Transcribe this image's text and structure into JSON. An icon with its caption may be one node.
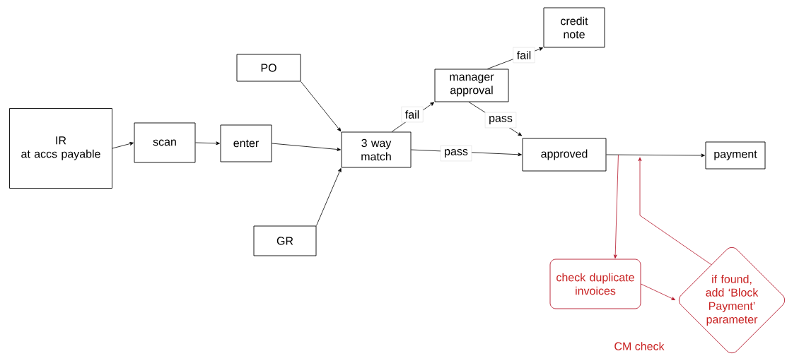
{
  "diagram": {
    "nodes": [
      {
        "text": [
          "IR",
          "at accs payable"
        ]
      },
      {
        "text": [
          "scan"
        ]
      },
      {
        "text": [
          "enter"
        ]
      },
      {
        "text": [
          "PO"
        ]
      },
      {
        "text": [
          "GR"
        ]
      },
      {
        "text": [
          "3 way match"
        ]
      },
      {
        "text": [
          "manager approval"
        ]
      },
      {
        "text": [
          "credit note"
        ]
      },
      {
        "text": [
          "approved"
        ]
      },
      {
        "text": [
          "payment"
        ]
      },
      {
        "text": [
          "check duplicate invoices"
        ]
      },
      {
        "text": [
          "if found, add ‘Block Payment’ parameter"
        ]
      }
    ],
    "edges": [
      {
        "from": 0,
        "to": 1,
        "arrow": "to"
      },
      {
        "from": 1,
        "to": 2,
        "arrow": "to"
      },
      {
        "from": 2,
        "to": 5,
        "arrow": "to"
      },
      {
        "from": 3,
        "to": 5,
        "arrow": "to"
      },
      {
        "from": 4,
        "to": 5,
        "arrow": "to"
      },
      {
        "from": 5,
        "to": 6,
        "arrow": "to",
        "label": "fail"
      },
      {
        "from": 6,
        "to": 7,
        "arrow": "to",
        "label": "fail"
      },
      {
        "from": 6,
        "to": 8,
        "arrow": "to",
        "label": "pass"
      },
      {
        "from": 5,
        "to": 8,
        "arrow": "to",
        "label": "pass"
      },
      {
        "from": 8,
        "to": 9,
        "arrow": "to"
      },
      {
        "from": 8,
        "to": 10,
        "arrow": "to",
        "color": "#b5172b"
      },
      {
        "from": 10,
        "to": 11,
        "arrow": "to",
        "color": "#b5172b"
      },
      {
        "from": 11,
        "to": null,
        "arrow": "to",
        "color": "#b5172b"
      }
    ],
    "labels": [
      "CM check"
    ]
  }
}
